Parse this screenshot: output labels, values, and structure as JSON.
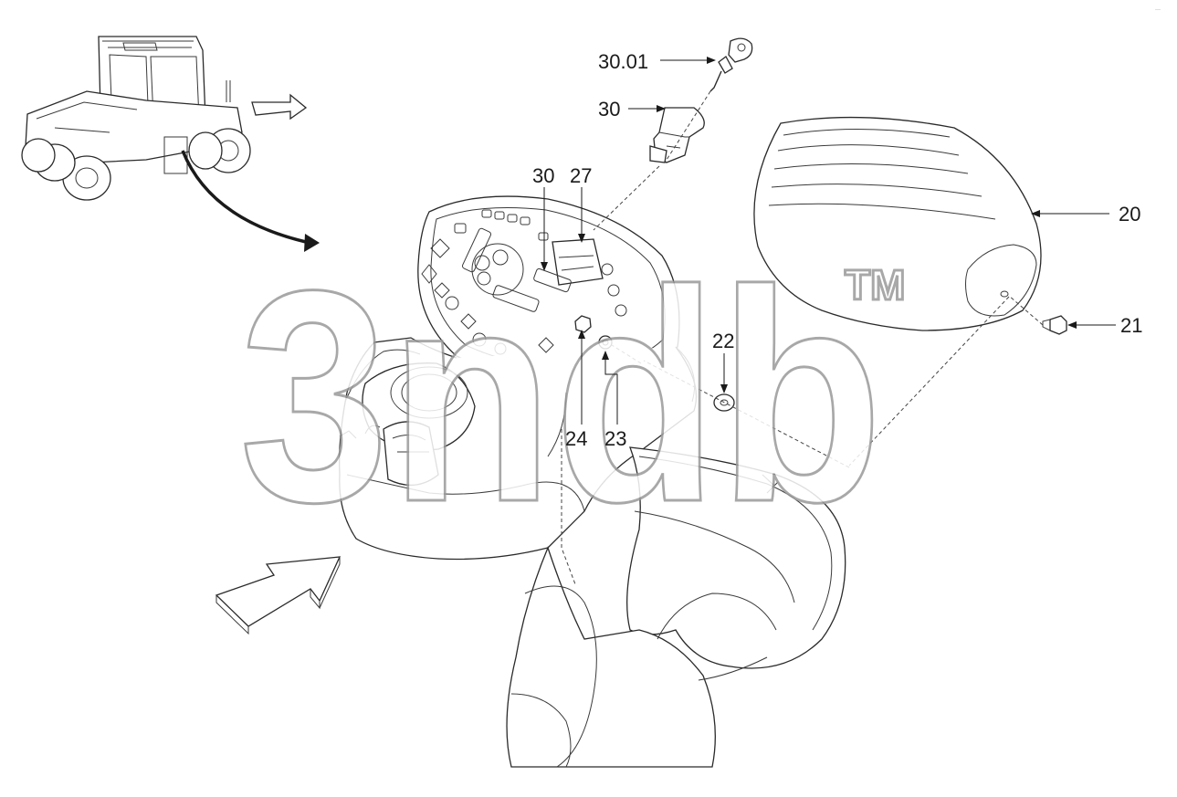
{
  "diagram": {
    "callouts": {
      "c3001": "30.01",
      "c30a": "30",
      "c30b": "30",
      "c27": "27",
      "c20": "20",
      "c21": "21",
      "c22": "22",
      "c24": "24",
      "c23": "23"
    },
    "watermark": {
      "logo_text": "3ndb",
      "trademark": "TM"
    },
    "corner_mark": "···"
  }
}
